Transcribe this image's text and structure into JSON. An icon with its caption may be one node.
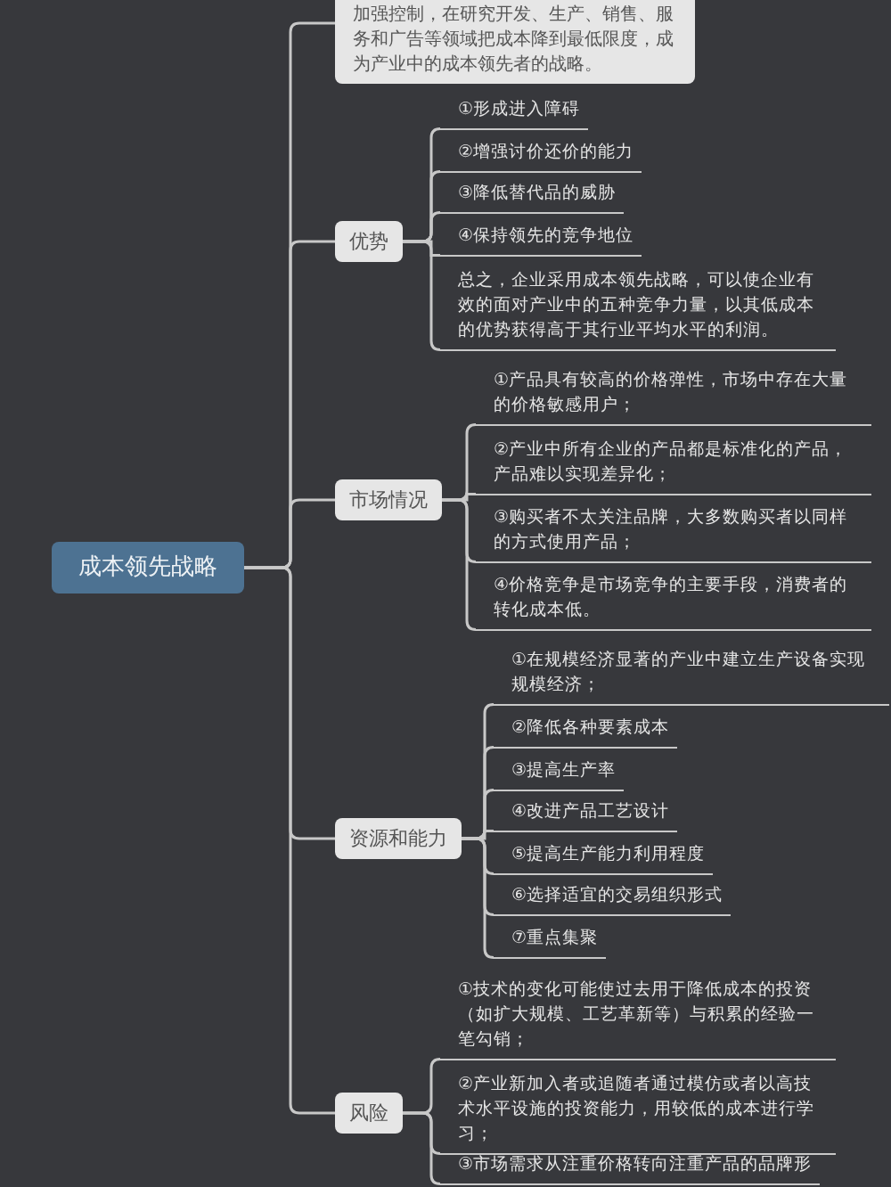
{
  "diagram": {
    "nodes": [
      {
        "text": [
          "成本领先战略"
        ]
      },
      {
        "text": [
          "加强控制，在研究开发、生产、销售、服务和广告等领域把成本降到最低限度，成为产业中的成本领先者的战略。"
        ]
      },
      {
        "text": [
          "优势"
        ]
      },
      {
        "text": [
          "①形成进入障碍"
        ]
      },
      {
        "text": [
          "②增强讨价还价的能力"
        ]
      },
      {
        "text": [
          "③降低替代品的威胁"
        ]
      },
      {
        "text": [
          "④保持领先的竞争地位"
        ]
      },
      {
        "text": [
          "总之，企业采用成本领先战略，可以使企业有效的面对产业中的五种竞争力量，以其低成本的优势获得高于其行业平均水平的利润。"
        ]
      },
      {
        "text": [
          "市场情况"
        ]
      },
      {
        "text": [
          "①产品具有较高的价格弹性，市场中存在大量的价格敏感用户；"
        ]
      },
      {
        "text": [
          "②产业中所有企业的产品都是标准化的产品，产品难以实现差异化；"
        ]
      },
      {
        "text": [
          "③购买者不太关注品牌，大多数购买者以同样的方式使用产品；"
        ]
      },
      {
        "text": [
          "④价格竞争是市场竞争的主要手段，消费者的转化成本低。"
        ]
      },
      {
        "text": [
          "资源和能力"
        ]
      },
      {
        "text": [
          "①在规模经济显著的产业中建立生产设备实现规模经济；"
        ]
      },
      {
        "text": [
          "②降低各种要素成本"
        ]
      },
      {
        "text": [
          "③提高生产率"
        ]
      },
      {
        "text": [
          "④改进产品工艺设计"
        ]
      },
      {
        "text": [
          "⑤提高生产能力利用程度"
        ]
      },
      {
        "text": [
          "⑥选择适宜的交易组织形式"
        ]
      },
      {
        "text": [
          "⑦重点集聚"
        ]
      },
      {
        "text": [
          "风险"
        ]
      },
      {
        "text": [
          "①技术的变化可能使过去用于降低成本的投资（如扩大规模、工艺革新等）与积累的经验一笔勾销；"
        ]
      },
      {
        "text": [
          "②产业新加入者或追随者通过模仿或者以高技术水平设施的投资能力，用较低的成本进行学习；"
        ]
      },
      {
        "text": [
          "③市场需求从注重价格转向注重产品的品牌形"
        ]
      }
    ],
    "edges": [
      {
        "from": 0,
        "to": 1,
        "arrow": "none"
      },
      {
        "from": 0,
        "to": 2,
        "arrow": "none"
      },
      {
        "from": 2,
        "to": 3,
        "arrow": "none"
      },
      {
        "from": 2,
        "to": 4,
        "arrow": "none"
      },
      {
        "from": 2,
        "to": 5,
        "arrow": "none"
      },
      {
        "from": 2,
        "to": 6,
        "arrow": "none"
      },
      {
        "from": 2,
        "to": 7,
        "arrow": "none"
      },
      {
        "from": 0,
        "to": 8,
        "arrow": "none"
      },
      {
        "from": 8,
        "to": 9,
        "arrow": "none"
      },
      {
        "from": 8,
        "to": 10,
        "arrow": "none"
      },
      {
        "from": 8,
        "to": 11,
        "arrow": "none"
      },
      {
        "from": 8,
        "to": 12,
        "arrow": "none"
      },
      {
        "from": 0,
        "to": 13,
        "arrow": "none"
      },
      {
        "from": 13,
        "to": 14,
        "arrow": "none"
      },
      {
        "from": 13,
        "to": 15,
        "arrow": "none"
      },
      {
        "from": 13,
        "to": 16,
        "arrow": "none"
      },
      {
        "from": 13,
        "to": 17,
        "arrow": "none"
      },
      {
        "from": 13,
        "to": 18,
        "arrow": "none"
      },
      {
        "from": 13,
        "to": 19,
        "arrow": "none"
      },
      {
        "from": 13,
        "to": 20,
        "arrow": "none"
      },
      {
        "from": 0,
        "to": 21,
        "arrow": "none"
      },
      {
        "from": 21,
        "to": 22,
        "arrow": "none"
      },
      {
        "from": 21,
        "to": 23,
        "arrow": "none"
      },
      {
        "from": 21,
        "to": 24,
        "arrow": "none"
      }
    ]
  }
}
